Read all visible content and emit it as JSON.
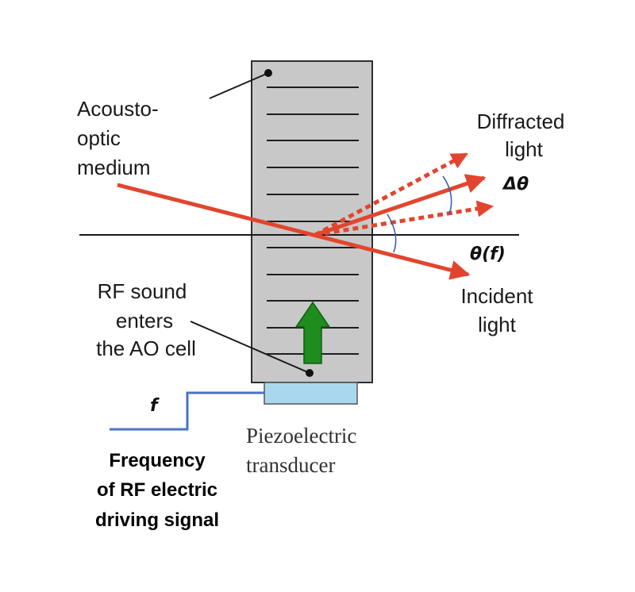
{
  "labels": {
    "medium_line1": "Acousto-",
    "medium_line2": "optic",
    "medium_line3": "medium",
    "diffracted_line1": "Diffracted",
    "diffracted_line2": "light",
    "delta_theta": "Δθ",
    "theta_f": "θ(f)",
    "incident_line1": "Incident",
    "incident_line2": "light",
    "rf_line1": "RF sound",
    "rf_line2": "enters",
    "rf_line3": "the AO cell",
    "f_symbol": "f",
    "transducer_line1": "Piezoelectric",
    "transducer_line2": "transducer",
    "freq_line1": "Frequency",
    "freq_line2": "of RF electric",
    "freq_line3": "driving signal"
  },
  "colors": {
    "cell_fill": "#c8c8c8",
    "cell_stroke": "#2e2e2e",
    "beam": "#e2452e",
    "diffracted_dotted": "#e2452e",
    "sound_arrow": "#1e8c1e",
    "transducer": "#a9d8ee",
    "signal_line": "#4a72c4",
    "angle_arc": "#3f5fa8"
  },
  "icons": {
    "sound_wave_arrow": "up-arrow",
    "signal_line": "step-line"
  }
}
